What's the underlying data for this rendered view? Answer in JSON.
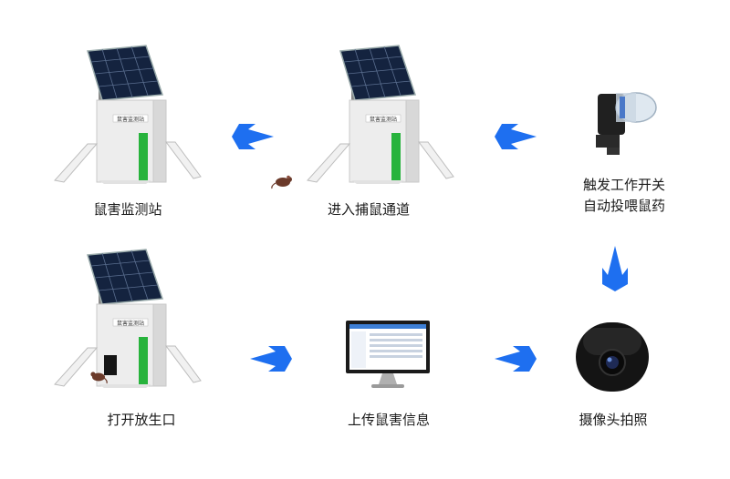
{
  "steps": [
    {
      "label": "鼠害监测站"
    },
    {
      "label": "进入捕鼠通道"
    },
    {
      "label_line1": "触发工作开关",
      "label_line2": "自动投喂鼠药"
    },
    {
      "label": "摄像头拍照"
    },
    {
      "label": "上传鼠害信息"
    },
    {
      "label": "打开放生口"
    }
  ],
  "station_sign": "鼠害监测站",
  "colors": {
    "arrow": "#1e6ff0",
    "green": "#27b33c",
    "panel": "#1b2a4a",
    "cabinet": "#ececec"
  }
}
